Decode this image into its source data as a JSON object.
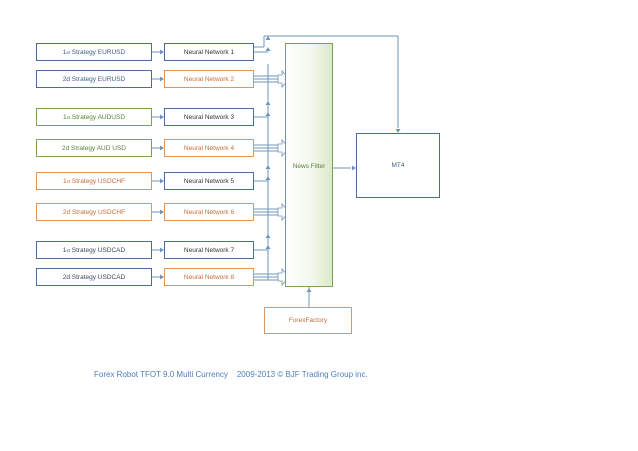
{
  "strategies": [
    {
      "num": "1",
      "sup": "st",
      "label": " Strategy EURUSD",
      "color": "blue"
    },
    {
      "num": "",
      "sup": "",
      "label": "2d Strategy EURUSD",
      "color": "blue"
    },
    {
      "num": "1",
      "sup": "st",
      "label": " Strategy AUDUSD",
      "color": "green"
    },
    {
      "num": "",
      "sup": "",
      "label": "2d Strategy AUD USD",
      "color": "green"
    },
    {
      "num": "1",
      "sup": "st",
      "label": " Strategy USDCHF",
      "color": "orange"
    },
    {
      "num": "",
      "sup": "",
      "label": "2d Strategy USDCHF",
      "color": "orange"
    },
    {
      "num": "1",
      "sup": "st",
      "label": " Strategy USDCAD",
      "color": "gray"
    },
    {
      "num": "",
      "sup": "",
      "label": "2d Strategy USDCAD",
      "color": "gray"
    }
  ],
  "networks": [
    {
      "label": "Neural Network 1",
      "color": "nn-blue"
    },
    {
      "label": "Neural Network 2",
      "color": "nn-orange"
    },
    {
      "label": "Neural Network 3",
      "color": "nn-blue"
    },
    {
      "label": "Neural Network 4",
      "color": "nn-orange"
    },
    {
      "label": "Neural Network 5",
      "color": "nn-blue"
    },
    {
      "label": "Neural Network 6",
      "color": "nn-orange"
    },
    {
      "label": "Neural Network 7",
      "color": "nn-blue"
    },
    {
      "label": "Neural Network 8",
      "color": "nn-orange"
    }
  ],
  "news_filter": {
    "label": "News Filter"
  },
  "mt4": {
    "label": "MT4"
  },
  "forexfactory": {
    "label": "ForexFactory"
  },
  "footer": {
    "text": "Forex Robot TFOT 9.0 Multi Currency    2009-2013 © BJF Trading Group inc."
  }
}
